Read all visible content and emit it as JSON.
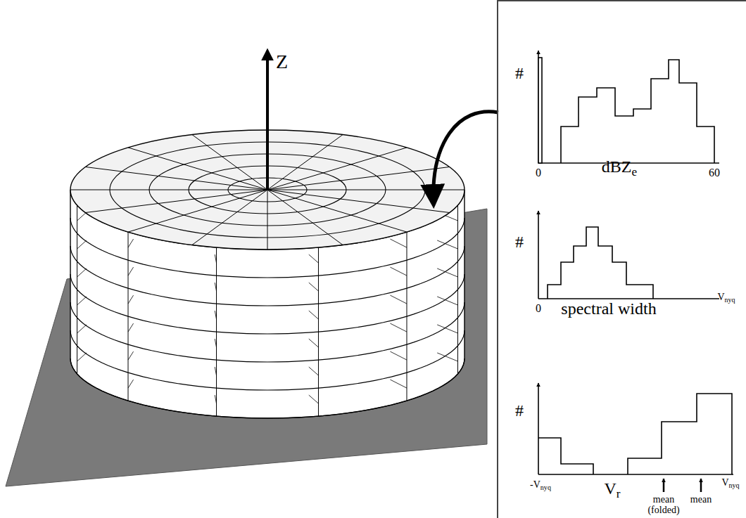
{
  "diagram": {
    "labels": [
      "Z",
      "#",
      "0",
      "dBZe",
      "60",
      "#",
      "0",
      "spectral width",
      "Vnyq",
      "#",
      "-Vnyq",
      "Vr",
      "mean (folded)",
      "mean",
      "Vnyq"
    ]
  }
}
